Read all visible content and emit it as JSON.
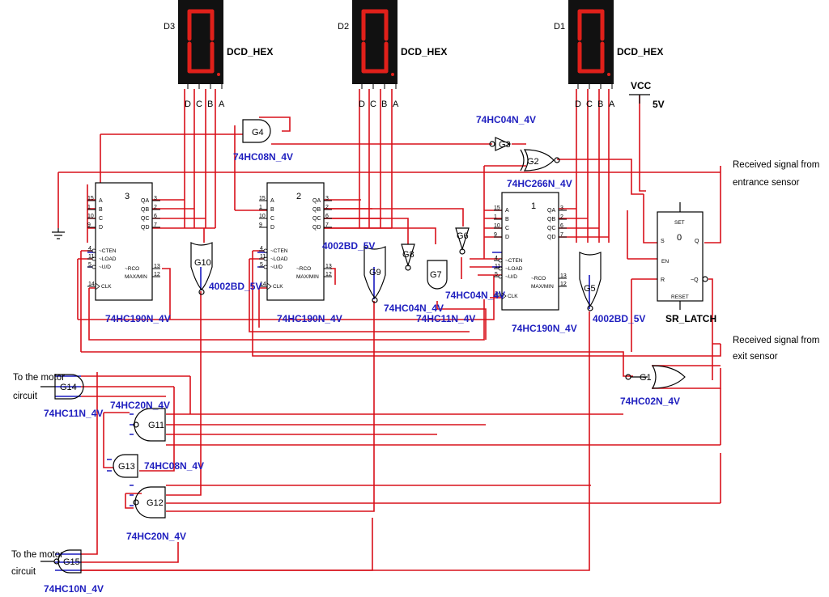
{
  "displays": [
    {
      "ref": "D3",
      "type": "DCD_HEX",
      "pins": [
        "D",
        "C",
        "B",
        "A"
      ],
      "digit_color": "#e0201a"
    },
    {
      "ref": "D2",
      "type": "DCD_HEX",
      "pins": [
        "D",
        "C",
        "B",
        "A"
      ],
      "digit_color": "#e0201a"
    },
    {
      "ref": "D1",
      "type": "DCD_HEX",
      "pins": [
        "D",
        "C",
        "B",
        "A"
      ],
      "digit_color": "#e0201a"
    }
  ],
  "vcc": {
    "label": "VCC",
    "value": "5V"
  },
  "counters": [
    {
      "number": "3",
      "part": "74HC190N_4V"
    },
    {
      "number": "2",
      "part": "74HC190N_4V"
    },
    {
      "number": "1",
      "part": "74HC190N_4V"
    }
  ],
  "counter_pins": {
    "left_numbers": [
      "15",
      "1",
      "10",
      "9"
    ],
    "left_letters": [
      "A",
      "B",
      "C",
      "D"
    ],
    "right_numbers": [
      "3",
      "2",
      "6",
      "7"
    ],
    "right_letters": [
      "QA",
      "QB",
      "QC",
      "QD"
    ],
    "ctl_numbers": [
      "4",
      "11",
      "5"
    ],
    "ctl_labels": [
      "~CTEN",
      "~LOAD",
      "~U/D"
    ],
    "rco_numbers": [
      "13",
      "12"
    ],
    "rco_labels": [
      "~RCO",
      "MAX/MIN"
    ],
    "clk_number": "14",
    "clk_label": "CLK"
  },
  "gates": {
    "G4": {
      "ref": "G4",
      "part": "74HC08N_4V"
    },
    "G3": {
      "ref": "G3",
      "part": "74HC04N_4V"
    },
    "G2": {
      "ref": "G2",
      "part": "74HC266N_4V"
    },
    "G10": {
      "ref": "G10",
      "part": "4002BD_5V"
    },
    "G9": {
      "ref": "G9",
      "part": "4002BD_5V"
    },
    "G8": {
      "ref": "G8",
      "part": "74HC04N_4V"
    },
    "G7": {
      "ref": "G7",
      "part": "74HC11N_4V"
    },
    "G6": {
      "ref": "G6",
      "part": "74HC04N_4V"
    },
    "G5": {
      "ref": "G5",
      "part": "4002BD_5V"
    },
    "G1": {
      "ref": "G1",
      "part": "74HC02N_4V"
    },
    "G14": {
      "ref": "G14",
      "part": "74HC11N_4V"
    },
    "G11": {
      "ref": "G11",
      "part": "74HC20N_4V"
    },
    "G13": {
      "ref": "G13",
      "part": "74HC08N_4V"
    },
    "G12": {
      "ref": "G12",
      "part": "74HC20N_4V"
    },
    "G15": {
      "ref": "G15",
      "part": "74HC10N_4V"
    }
  },
  "latch": {
    "name": "SR_LATCH",
    "set": "SET",
    "reset": "RESET",
    "s": "S",
    "en": "EN",
    "r": "R",
    "q": "Q",
    "nq": "~Q",
    "state": "0"
  },
  "notes": {
    "entrance": [
      "Received signal from",
      "entrance sensor"
    ],
    "exit": [
      "Received signal from",
      "exit sensor"
    ],
    "motor1": [
      "To the motor",
      "circuit"
    ],
    "motor2": [
      "To the motor",
      "circuit"
    ]
  }
}
